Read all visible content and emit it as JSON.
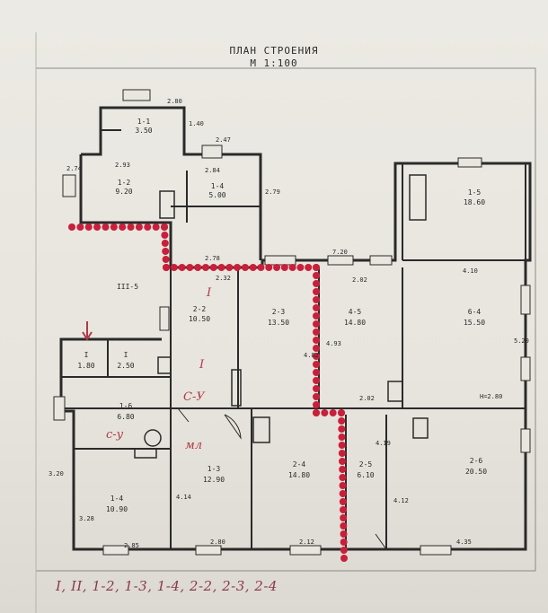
{
  "title": "ПЛАН СТРОЕНИЯ",
  "scale": "М 1:100",
  "handwritten_note": "I, II, 1-2, 1-3, 1-4, 2-2, 2-3, 2-4",
  "rooms": [
    {
      "id": "room-1-1",
      "label": "1-1",
      "area": "3.50"
    },
    {
      "id": "room-1-2-top",
      "label": "1-2",
      "area": "9.20"
    },
    {
      "id": "room-1-4-top",
      "label": "1-4",
      "area": "5.00"
    },
    {
      "id": "room-1-5",
      "label": "1-5",
      "area": "18.60"
    },
    {
      "id": "room-III-5",
      "label": "III-5",
      "area": ""
    },
    {
      "id": "room-1-a",
      "label": "I",
      "area": "1.80"
    },
    {
      "id": "room-1-b",
      "label": "I",
      "area": "2.50"
    },
    {
      "id": "room-2-2",
      "label": "2-2",
      "area": "10.50"
    },
    {
      "id": "room-2-3",
      "label": "2-3",
      "area": "13.50"
    },
    {
      "id": "room-4-5",
      "label": "4-5",
      "area": "14.80"
    },
    {
      "id": "room-6-4",
      "label": "6-4",
      "area": "15.50"
    },
    {
      "id": "room-1-6",
      "label": "1-6",
      "area": "6.80"
    },
    {
      "id": "room-1-4",
      "label": "1-4",
      "area": "10.90"
    },
    {
      "id": "room-1-3",
      "label": "1-3",
      "area": "12.90"
    },
    {
      "id": "room-2-4",
      "label": "2-4",
      "area": "14.80"
    },
    {
      "id": "room-2-5",
      "label": "2-5",
      "area": "6.10"
    },
    {
      "id": "room-2-6",
      "label": "2-6",
      "area": "20.50"
    }
  ],
  "dimensions": [
    "2.80",
    "1.40",
    "2.47",
    "2.93",
    "2.84",
    "2.74",
    "2.79",
    "2.78",
    "7.20",
    "2.02",
    "4.10",
    "2.32",
    "4.93",
    "4.82",
    "2.02",
    "5.20",
    "2.85",
    "2.80",
    "2.12",
    "4.19",
    "4.12",
    "3.28",
    "3.20",
    "4.14",
    "4.35",
    "H=2.80"
  ],
  "annotations": [
    "I",
    "С-У",
    "с-у",
    "мл"
  ]
}
